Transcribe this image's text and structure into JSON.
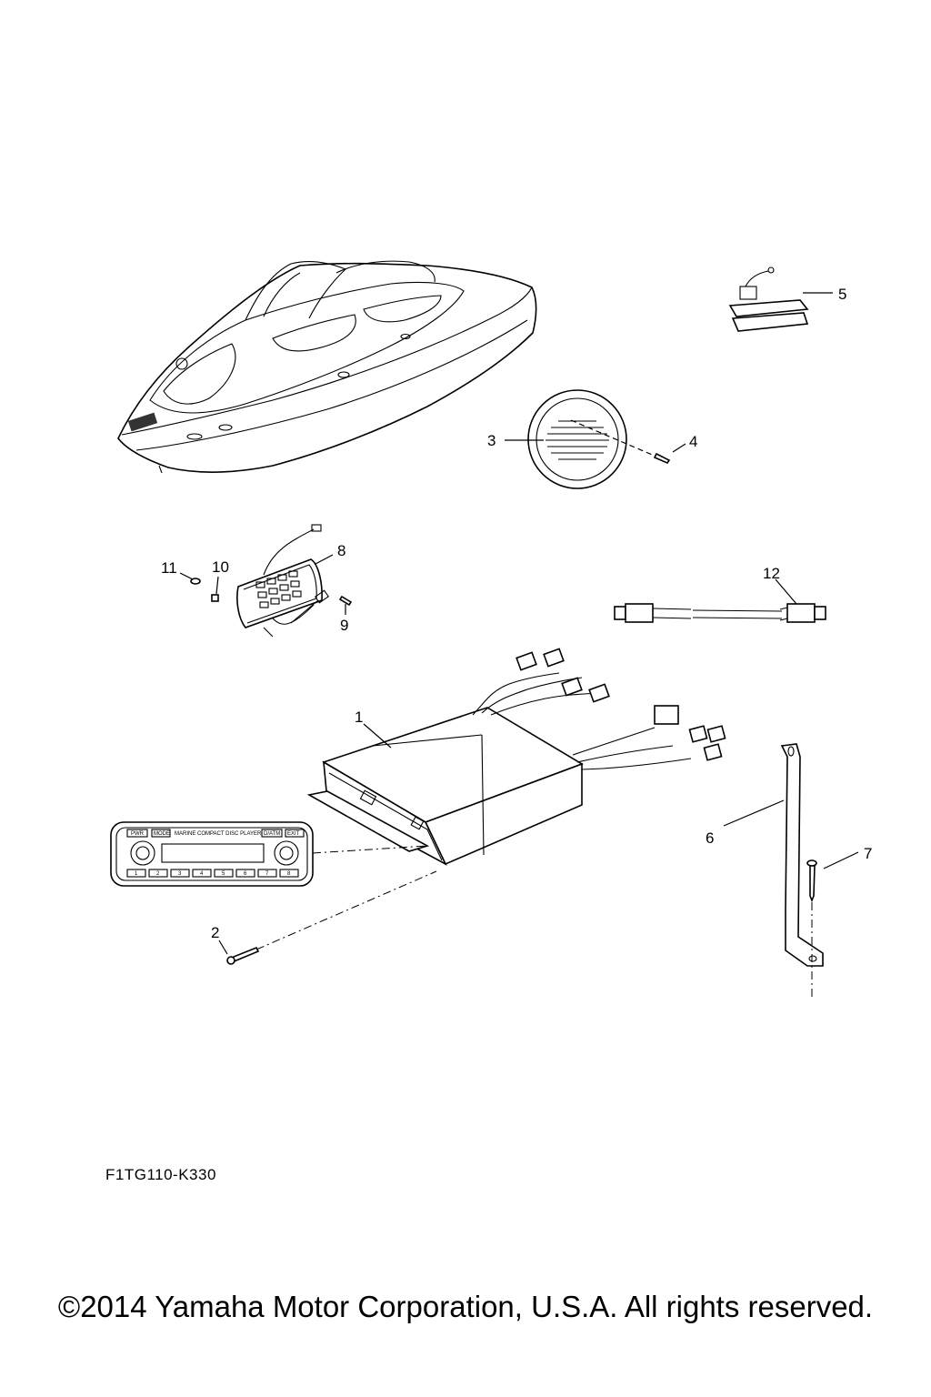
{
  "callouts": {
    "c1": "1",
    "c2": "2",
    "c3": "3",
    "c4": "4",
    "c5": "5",
    "c6": "6",
    "c7": "7",
    "c8": "8",
    "c9": "9",
    "c10": "10",
    "c11": "11",
    "c12": "12"
  },
  "head_unit_face": {
    "top_buttons": [
      "PWR",
      "MODE",
      "D/ATM",
      "EXIT"
    ],
    "brand_text": "MARINE COMPACT DISC PLAYER",
    "bottom_buttons": [
      "1",
      "2",
      "3",
      "4",
      "5",
      "6",
      "7",
      "8"
    ]
  },
  "drawing_code": "F1TG110-K330",
  "copyright": "©2014 Yamaha Motor Corporation, U.S.A. All rights reserved."
}
